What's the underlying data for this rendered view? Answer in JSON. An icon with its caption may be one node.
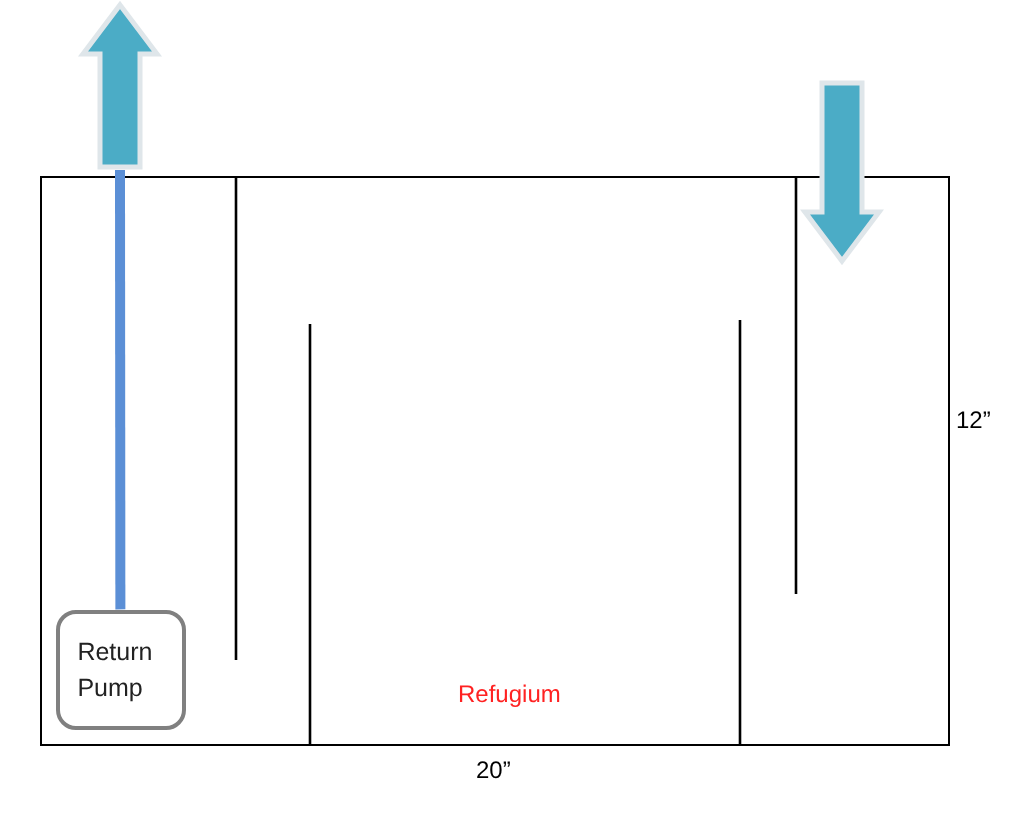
{
  "diagram": {
    "nodes": [
      {
        "text": [],
        "shape": "arrow"
      },
      {
        "text": [],
        "shape": "arrow"
      },
      {
        "text": [],
        "shape": "box"
      },
      {
        "text": [
          "Return Pump"
        ],
        "in": 2
      }
    ],
    "edges": [
      {
        "from": 3,
        "to": 0,
        "arrow": "none"
      }
    ],
    "labels": [
      "12”",
      "Refugium",
      "20”"
    ]
  }
}
